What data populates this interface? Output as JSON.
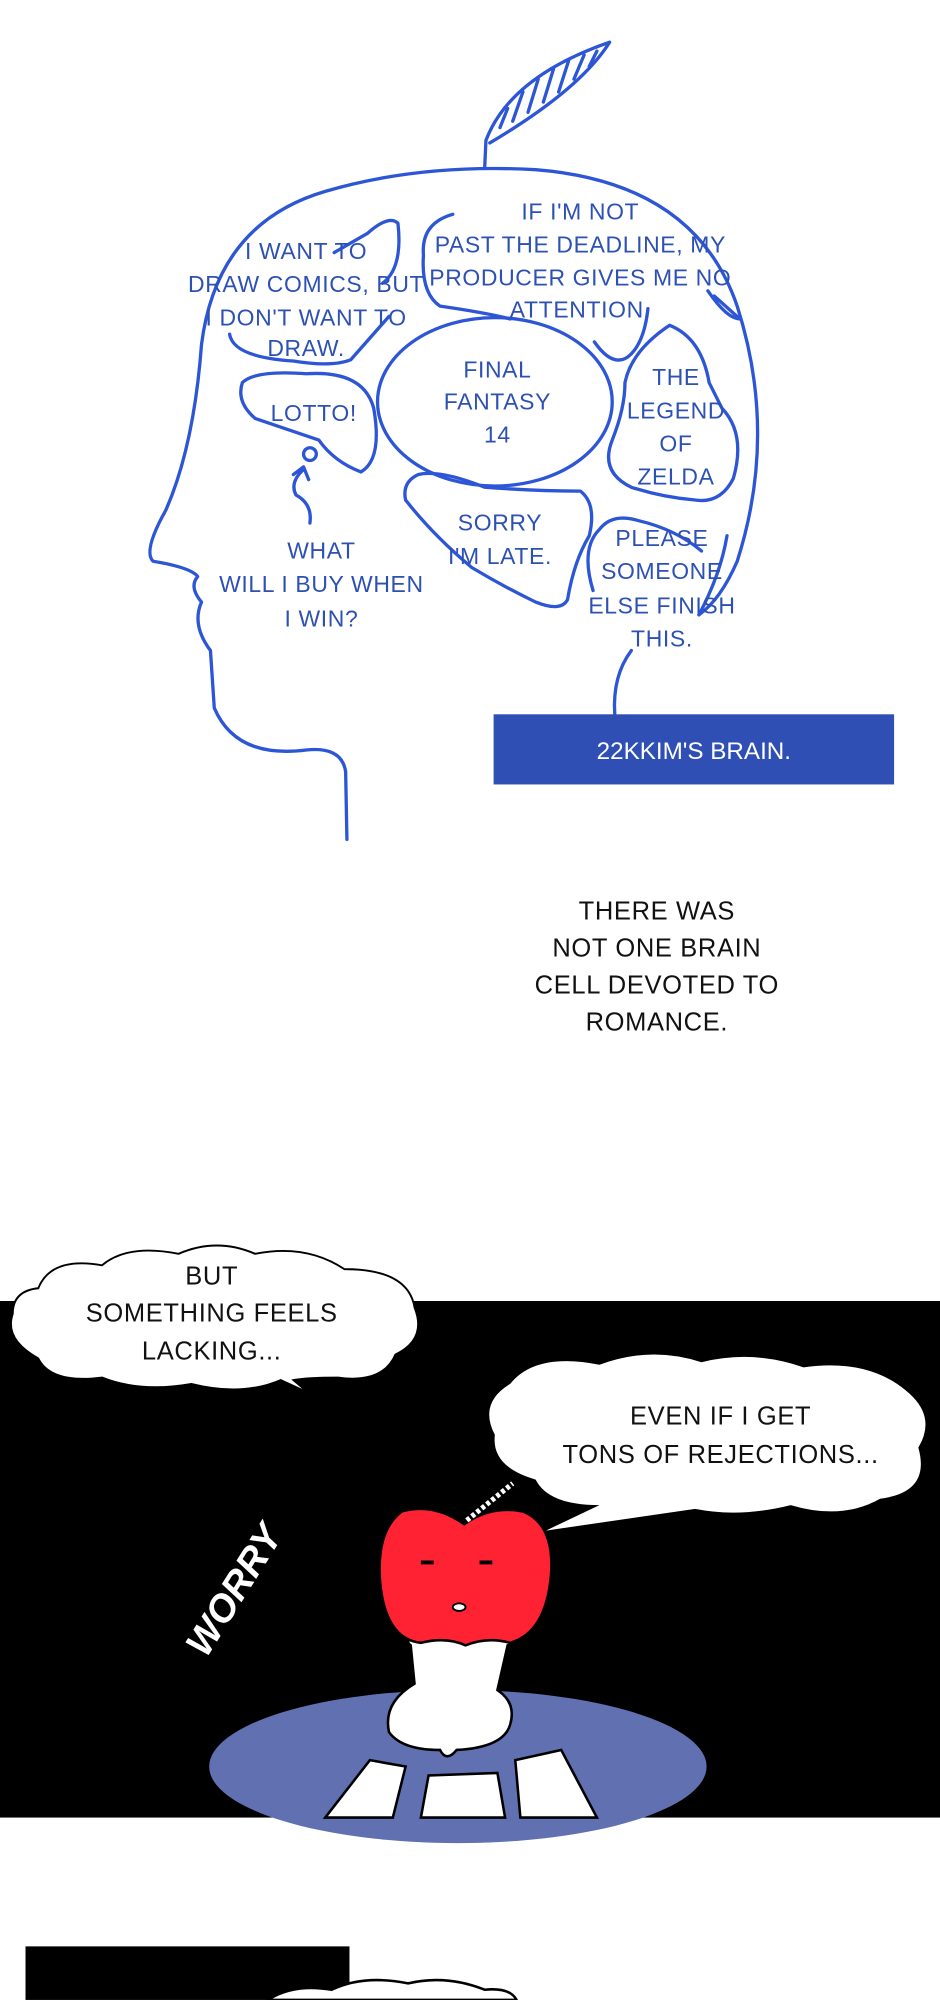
{
  "brain": {
    "regions": {
      "draw_comics": [
        "I WANT TO",
        "DRAW COMICS, BUT",
        "I DON'T WANT TO",
        "DRAW."
      ],
      "deadline": [
        "IF I'M NOT",
        "PAST THE DEADLINE, MY",
        "PRODUCER GIVES ME NO",
        "ATTENTION."
      ],
      "final_fantasy": [
        "FINAL",
        "FANTASY",
        "14"
      ],
      "lotto": "LOTTO!",
      "zelda": [
        "THE",
        "LEGEND",
        "OF",
        "ZELDA"
      ],
      "sorry": [
        "SORRY",
        "I'M LATE."
      ],
      "please": [
        "PLEASE",
        "SOMEONE",
        "ELSE FINISH",
        "THIS."
      ],
      "what_buy": [
        "WHAT",
        "WILL I BUY WHEN",
        "I WIN?"
      ]
    },
    "caption": "22KKIM'S BRAIN.",
    "line_color": "#2d56d6",
    "caption_bg": "#2f4fb5"
  },
  "narration": [
    "THERE WAS",
    "NOT ONE BRAIN",
    "CELL DEVOTED TO",
    "ROMANCE."
  ],
  "panel": {
    "bubble_left": [
      "BUT",
      "SOMETHING FEELS",
      "LACKING..."
    ],
    "bubble_right": [
      "EVEN IF I GET",
      "TONS OF REJECTIONS..."
    ],
    "sfx": "WORRY",
    "apple_color": "#ff2233",
    "floor_color": "#6070b0"
  }
}
